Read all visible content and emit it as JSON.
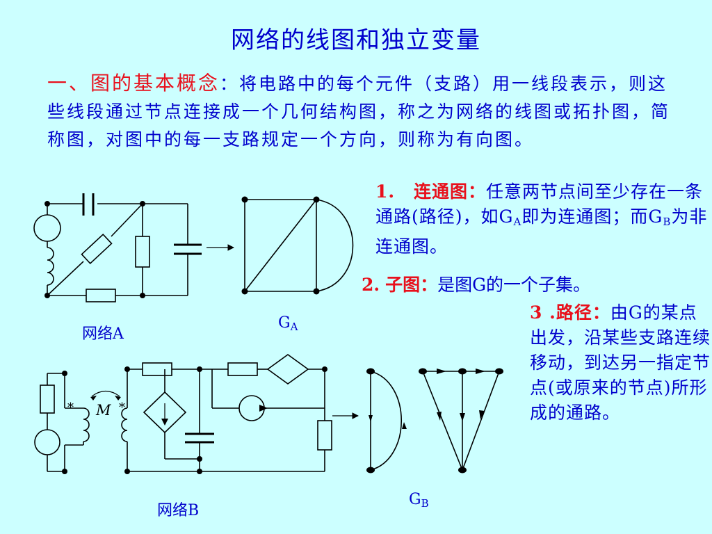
{
  "title": "网络的线图和独立变量",
  "intro": {
    "heading": "一、图的基本概念",
    "colon": "：",
    "text": "将电路中的每个元件（支路）用一线段表示，则这些线段通过节点连接成一个几何结构图，称之为网络的线图或拓扑图，简称图，对图中的每一支路规定一个方向，则称为有向图。"
  },
  "item1": {
    "number": "1.",
    "term": "连通图：",
    "text_a": "任意两节点间至少存在一条通路(路径)，如G",
    "sub_a": "A",
    "text_b": "即为连通图；而G",
    "sub_b": "B",
    "text_c": "为非连通图。"
  },
  "item2": {
    "number": "2.",
    "term": "子图：",
    "text": "是图G的一个子集。"
  },
  "item3": {
    "number": "3 .",
    "term": "路径：",
    "text": "由G的某点出发，沿某些支路连续移动，到达另一指定节点(或原来的节点)所形成的通路。"
  },
  "labels": {
    "network_a": "网络A",
    "network_b": "网络B",
    "ga_main": "G",
    "ga_sub": "A",
    "gb_main": "G",
    "gb_sub": "B",
    "mutual": "M",
    "star": "*"
  }
}
